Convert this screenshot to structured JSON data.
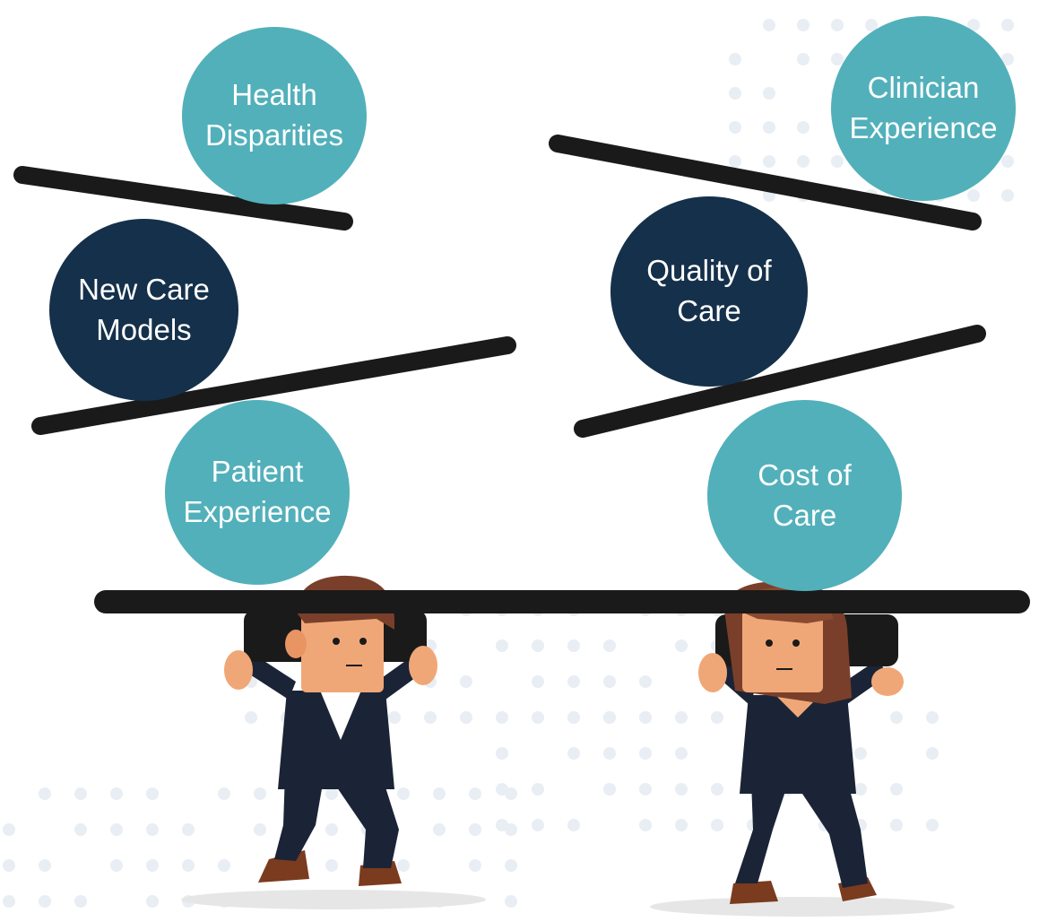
{
  "colors": {
    "teal": "#52B0BA",
    "navy": "#15304A",
    "beam": "#1A1A1A",
    "dots": "#E8EEF3",
    "skin": "#F0A777",
    "hair": "#7A3F2A",
    "suit": "#1B2436",
    "shoe": "#7B3B1E"
  },
  "circles": {
    "health_disparities": {
      "label": "Health\nDisparities",
      "color": "teal"
    },
    "new_care_models": {
      "label": "New Care\nModels",
      "color": "navy"
    },
    "patient_experience": {
      "label": "Patient\nExperience",
      "color": "teal"
    },
    "clinician_experience": {
      "label": "Clinician\nExperience",
      "color": "teal"
    },
    "quality_of_care": {
      "label": "Quality of\nCare",
      "color": "navy"
    },
    "cost_of_care": {
      "label": "Cost of\nCare",
      "color": "teal"
    }
  },
  "figures": [
    "man-icon",
    "woman-icon"
  ]
}
